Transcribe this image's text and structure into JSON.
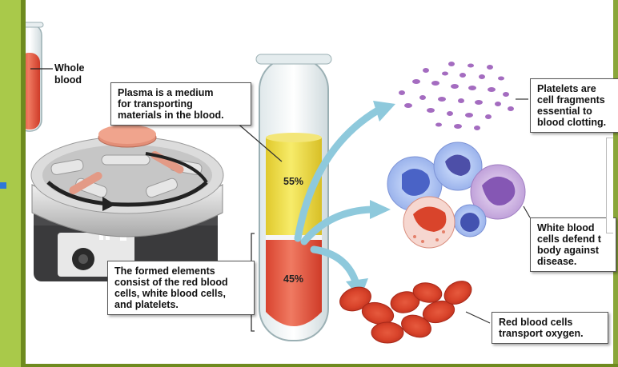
{
  "labels": {
    "whole_blood": "Whole\nblood",
    "plasma": "Plasma is a medium\nfor transporting\nmaterials in the blood.",
    "platelets": "Platelets are\ncell fragments\nessential to\nblood clotting.",
    "white_cells": "White blood\ncells defend t\nbody against\ndisease.",
    "formed_elements": "The formed elements\nconsist of the red blood\ncells, white blood cells,\nand platelets.",
    "red_cells": "Red blood cells\ntransport oxygen."
  },
  "tube": {
    "plasma_percent": "55%",
    "formed_percent": "45%"
  },
  "colors": {
    "frame_green": "#a9c94a",
    "plasma_yellow": "#f2e34a",
    "blood_red": "#e05a4a",
    "arrow_blue": "#8ec9dc",
    "platelet_purple": "#a46cc0",
    "centrifuge_lid": "#e39a86"
  },
  "icons": [
    "centrifuge-icon",
    "test-tube-icon",
    "platelets-icon",
    "white-blood-cell-icon",
    "red-blood-cell-icon",
    "arrow-icon"
  ]
}
